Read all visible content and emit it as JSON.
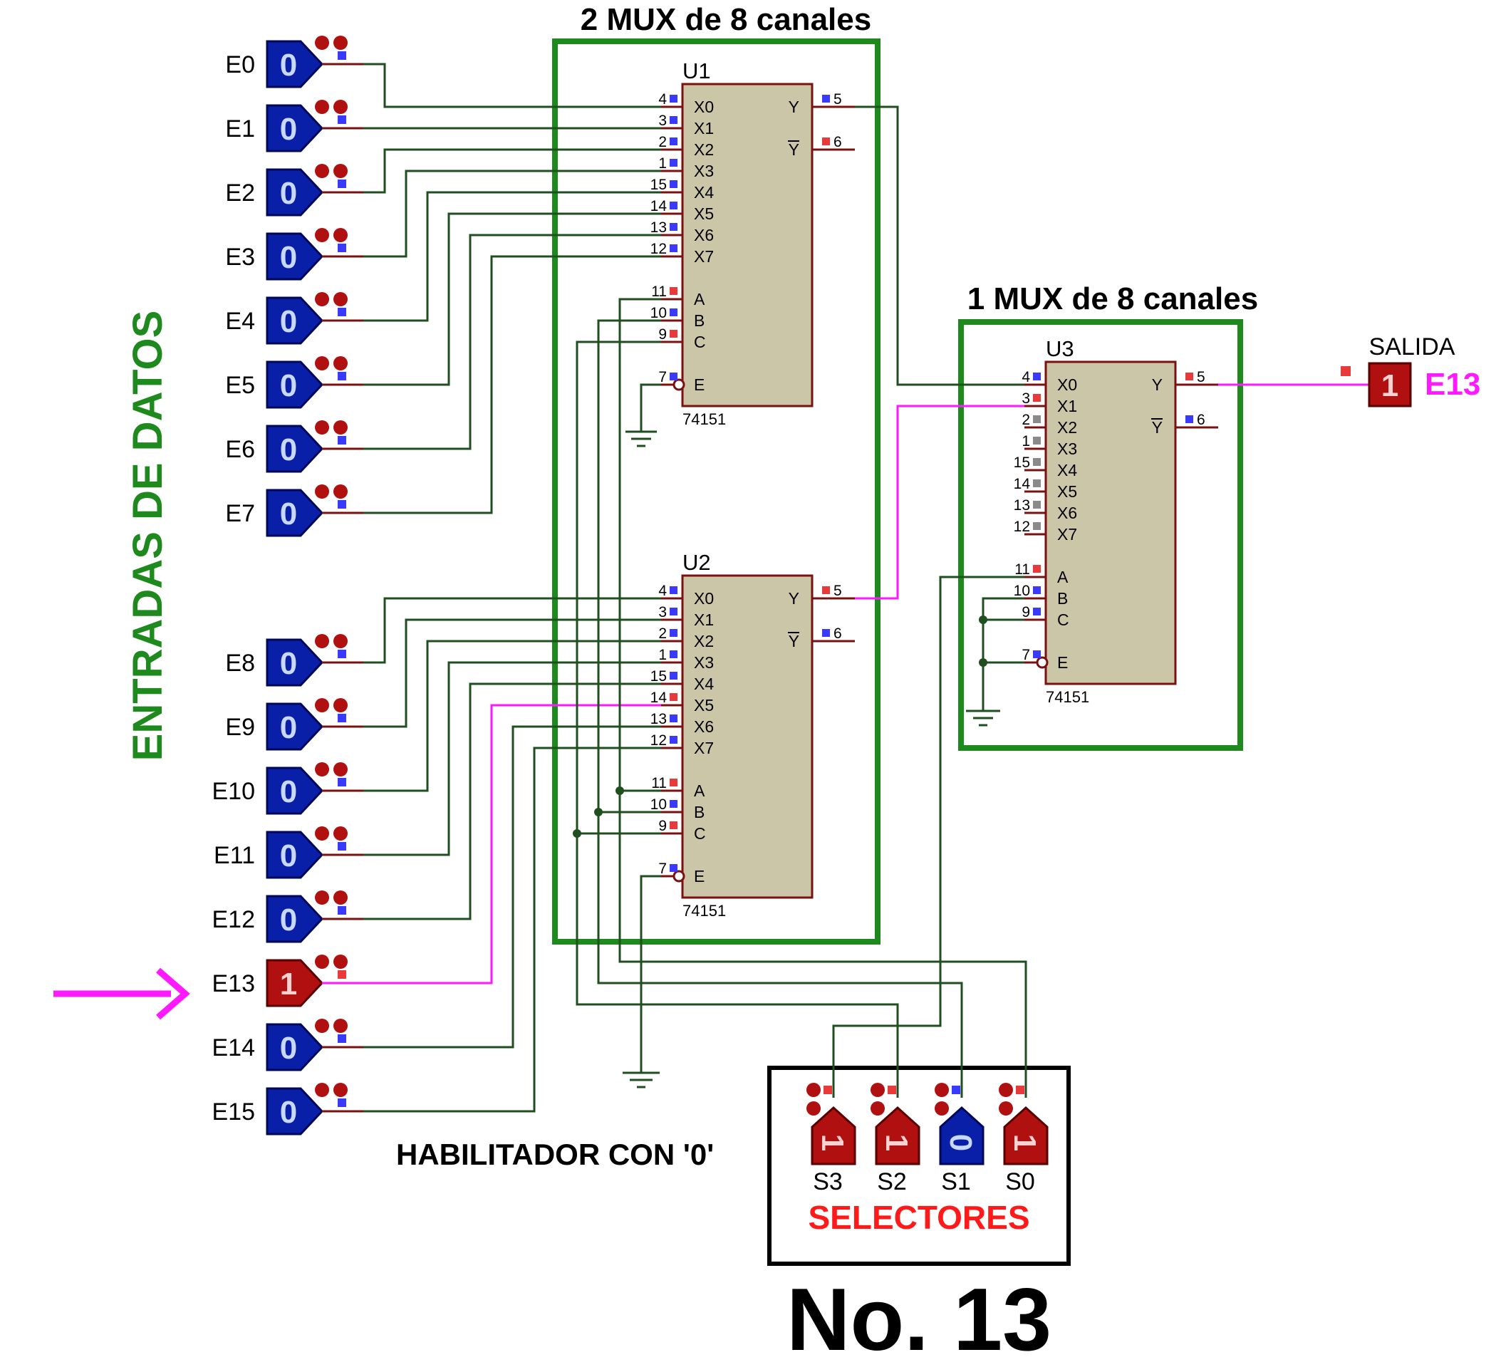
{
  "titles": {
    "mux_pair": "2 MUX de 8 canales",
    "mux_single": "1 MUX de 8 canales",
    "inputs_vertical": "ENTRADAS DE DATOS",
    "enable_note": "HABILITADOR CON '0'",
    "selectors": "SELECTORES",
    "output_label": "SALIDA",
    "output_value_label": "E13",
    "footer": "No. 13"
  },
  "inputs": [
    {
      "label": "E0",
      "value": "0"
    },
    {
      "label": "E1",
      "value": "0"
    },
    {
      "label": "E2",
      "value": "0"
    },
    {
      "label": "E3",
      "value": "0"
    },
    {
      "label": "E4",
      "value": "0"
    },
    {
      "label": "E5",
      "value": "0"
    },
    {
      "label": "E6",
      "value": "0"
    },
    {
      "label": "E7",
      "value": "0"
    },
    {
      "label": "E8",
      "value": "0"
    },
    {
      "label": "E9",
      "value": "0"
    },
    {
      "label": "E10",
      "value": "0"
    },
    {
      "label": "E11",
      "value": "0"
    },
    {
      "label": "E12",
      "value": "0"
    },
    {
      "label": "E13",
      "value": "1"
    },
    {
      "label": "E14",
      "value": "0"
    },
    {
      "label": "E15",
      "value": "0"
    }
  ],
  "selectors": [
    {
      "label": "S3",
      "value": "1"
    },
    {
      "label": "S2",
      "value": "1"
    },
    {
      "label": "S1",
      "value": "0"
    },
    {
      "label": "S0",
      "value": "1"
    }
  ],
  "output": {
    "value": "1"
  },
  "chips": [
    {
      "name": "U1",
      "part": "74151",
      "left_pins": [
        {
          "num": "4",
          "label": "X0"
        },
        {
          "num": "3",
          "label": "X1"
        },
        {
          "num": "2",
          "label": "X2"
        },
        {
          "num": "1",
          "label": "X3"
        },
        {
          "num": "15",
          "label": "X4"
        },
        {
          "num": "14",
          "label": "X5"
        },
        {
          "num": "13",
          "label": "X6"
        },
        {
          "num": "12",
          "label": "X7"
        },
        {
          "num": "11",
          "label": "A"
        },
        {
          "num": "10",
          "label": "B"
        },
        {
          "num": "9",
          "label": "C"
        },
        {
          "num": "7",
          "label": "E"
        }
      ],
      "right_pins": [
        {
          "num": "5",
          "label": "Y"
        },
        {
          "num": "6",
          "label": "Y"
        }
      ]
    },
    {
      "name": "U2",
      "part": "74151",
      "left_pins": [
        {
          "num": "4",
          "label": "X0"
        },
        {
          "num": "3",
          "label": "X1"
        },
        {
          "num": "2",
          "label": "X2"
        },
        {
          "num": "1",
          "label": "X3"
        },
        {
          "num": "15",
          "label": "X4"
        },
        {
          "num": "14",
          "label": "X5"
        },
        {
          "num": "13",
          "label": "X6"
        },
        {
          "num": "12",
          "label": "X7"
        },
        {
          "num": "11",
          "label": "A"
        },
        {
          "num": "10",
          "label": "B"
        },
        {
          "num": "9",
          "label": "C"
        },
        {
          "num": "7",
          "label": "E"
        }
      ],
      "right_pins": [
        {
          "num": "5",
          "label": "Y"
        },
        {
          "num": "6",
          "label": "Y"
        }
      ]
    },
    {
      "name": "U3",
      "part": "74151",
      "left_pins": [
        {
          "num": "4",
          "label": "X0"
        },
        {
          "num": "3",
          "label": "X1"
        },
        {
          "num": "2",
          "label": "X2"
        },
        {
          "num": "1",
          "label": "X3"
        },
        {
          "num": "15",
          "label": "X4"
        },
        {
          "num": "14",
          "label": "X5"
        },
        {
          "num": "13",
          "label": "X6"
        },
        {
          "num": "12",
          "label": "X7"
        },
        {
          "num": "11",
          "label": "A"
        },
        {
          "num": "10",
          "label": "B"
        },
        {
          "num": "9",
          "label": "C"
        },
        {
          "num": "7",
          "label": "E"
        }
      ],
      "right_pins": [
        {
          "num": "5",
          "label": "Y"
        },
        {
          "num": "6",
          "label": "Y"
        }
      ]
    }
  ],
  "colors": {
    "wire": "#1f4f1f",
    "highlight": "#ff19ff",
    "frame_green": "#1e8a1e",
    "logic_low": "#0a1fa8",
    "logic_high": "#b01010",
    "selector_title": "#ff1a1a",
    "chip_fill": "#cbc6a8"
  }
}
